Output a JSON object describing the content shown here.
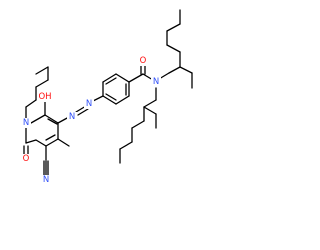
{
  "molecule": {
    "atom_labels": {
      "hydroxyl": "OH",
      "ring_nitrogen": "N",
      "ring_carbonyl_oxygen": "O",
      "nitrile_nitrogen": "N",
      "azo_nitrogen_1": "N",
      "azo_nitrogen_2": "N",
      "amide_oxygen": "O",
      "amide_nitrogen": "N"
    },
    "colors": {
      "bond": "#000000",
      "nitrogen": "#3050F8",
      "oxygen": "#FF0D0D",
      "carbon": "#000000"
    }
  }
}
